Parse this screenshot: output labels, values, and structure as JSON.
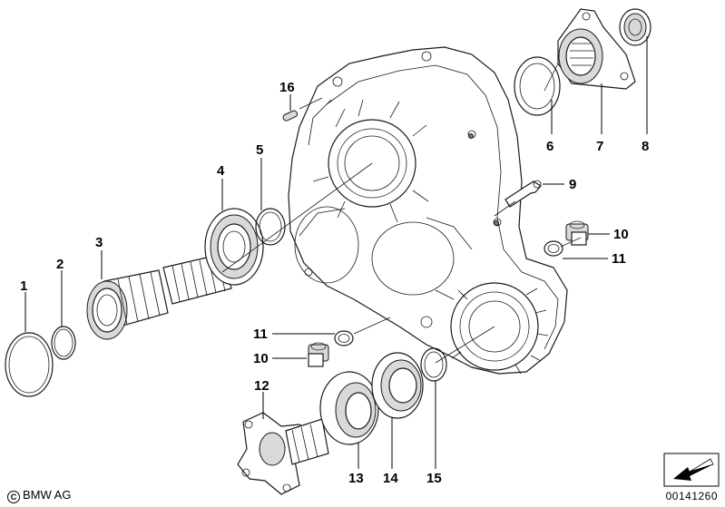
{
  "callouts": [
    {
      "id": "1",
      "label": "1"
    },
    {
      "id": "2",
      "label": "2"
    },
    {
      "id": "3",
      "label": "3"
    },
    {
      "id": "4",
      "label": "4"
    },
    {
      "id": "5",
      "label": "5"
    },
    {
      "id": "6",
      "label": "6"
    },
    {
      "id": "7",
      "label": "7"
    },
    {
      "id": "8",
      "label": "8"
    },
    {
      "id": "9",
      "label": "9"
    },
    {
      "id": "10a",
      "label": "10"
    },
    {
      "id": "11a",
      "label": "11"
    },
    {
      "id": "11b",
      "label": "11"
    },
    {
      "id": "10b",
      "label": "10"
    },
    {
      "id": "12",
      "label": "12"
    },
    {
      "id": "13",
      "label": "13"
    },
    {
      "id": "14",
      "label": "14"
    },
    {
      "id": "15",
      "label": "15"
    },
    {
      "id": "16",
      "label": "16"
    }
  ],
  "footer": {
    "copyright_symbol": "C",
    "copyright": "BMW AG",
    "doc_id": "00141260"
  },
  "icons": {
    "arrow": "arrow-down-left-icon"
  }
}
